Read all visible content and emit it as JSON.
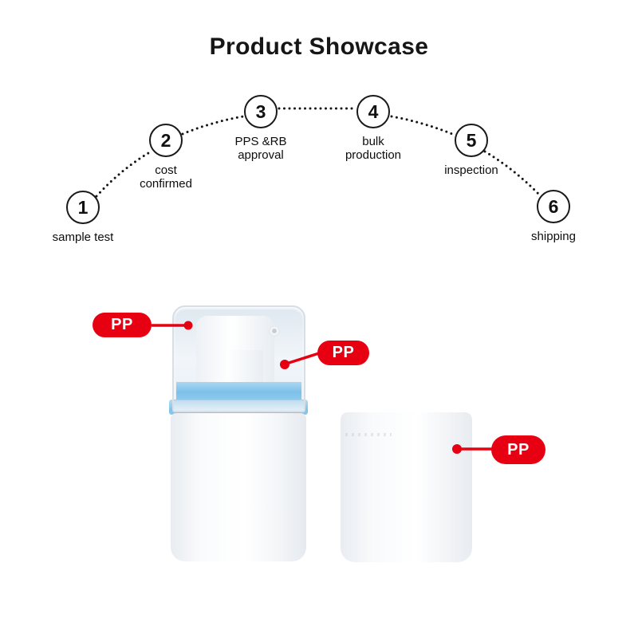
{
  "page": {
    "title": "Product Showcase"
  },
  "colors": {
    "label-red": "#e60012",
    "band-blue": "#7cc0e8",
    "line-black": "#141414"
  },
  "process_flow": {
    "steps": [
      {
        "num": "1",
        "label": "sample test"
      },
      {
        "num": "2",
        "label": "cost confirmed"
      },
      {
        "num": "3",
        "label": "PPS &RB approval"
      },
      {
        "num": "4",
        "label": "bulk production"
      },
      {
        "num": "5",
        "label": "inspection"
      },
      {
        "num": "6",
        "label": "shipping"
      }
    ]
  },
  "product": {
    "material_labels": [
      {
        "text": "PP"
      },
      {
        "text": "PP"
      },
      {
        "text": "PP"
      }
    ]
  }
}
